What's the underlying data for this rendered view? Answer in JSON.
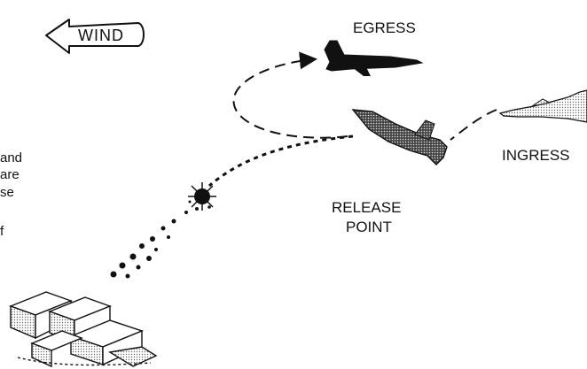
{
  "labels": {
    "wind": "WIND",
    "egress": "EGRESS",
    "ingress": "INGRESS",
    "release_line1": "RELEASE",
    "release_line2": "POINT"
  },
  "side_text": {
    "line1": "and",
    "line2": "are",
    "line3": "se",
    "line4": "f"
  },
  "colors": {
    "ink": "#111111",
    "paper": "#ffffff",
    "stipple": "#bbbbbb"
  },
  "icons": [
    "wind-arrow-icon",
    "egress-aircraft-icon",
    "ingress-aircraft-icon",
    "release-aircraft-icon",
    "burst-icon",
    "building-cluster-icon"
  ]
}
